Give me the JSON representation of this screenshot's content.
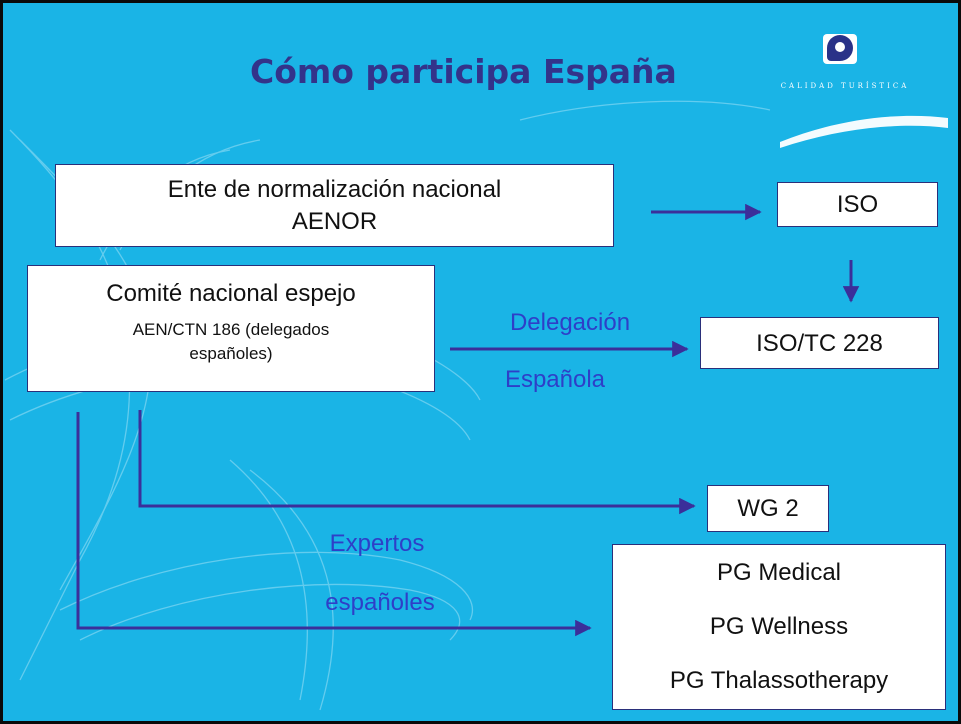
{
  "slide": {
    "title": "Cómo participa España",
    "logo": {
      "tagline": "CALIDAD TURÍSTICA"
    }
  },
  "nodes": {
    "ente": {
      "line1": "Ente de normalización nacional",
      "line2": "AENOR"
    },
    "iso": {
      "label": "ISO"
    },
    "comite": {
      "heading": "Comité nacional espejo",
      "detail_line1": "AEN/CTN 186 (delegados",
      "detail_line2": "españoles)"
    },
    "isotc": {
      "label": "ISO/TC 228"
    },
    "wg2": {
      "label": "WG 2"
    },
    "pg": {
      "items": [
        "PG Medical",
        "PG Wellness",
        "PG Thalassotherapy"
      ]
    }
  },
  "edge_labels": {
    "delegacion": {
      "line1": "Delegación",
      "line2": "Española"
    },
    "expertos": {
      "line1": "Expertos",
      "line2": "españoles"
    }
  },
  "colors": {
    "background": "#1ab4e6",
    "arrow": "#3b2f9a",
    "title": "#33338a",
    "edge_label": "#2e3fc8",
    "box_border": "#2a2f7a"
  }
}
